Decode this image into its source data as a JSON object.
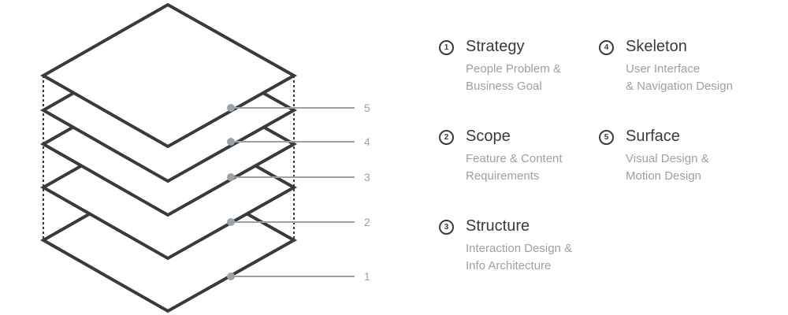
{
  "diagram": {
    "layer_numbers": [
      "5",
      "4",
      "3",
      "2",
      "1"
    ]
  },
  "legend": [
    {
      "number": "1",
      "title": "Strategy",
      "line1": "People Problem &",
      "line2": "Business Goal"
    },
    {
      "number": "2",
      "title": "Scope",
      "line1": "Feature & Content",
      "line2": "Requirements"
    },
    {
      "number": "3",
      "title": "Structure",
      "line1": "Interaction Design &",
      "line2": "Info Architecture"
    },
    {
      "number": "4",
      "title": "Skeleton",
      "line1": "User Interface",
      "line2": "& Navigation Design"
    },
    {
      "number": "5",
      "title": "Surface",
      "line1": "Visual Design &",
      "line2": "Motion Design"
    }
  ],
  "colors": {
    "outline": "#3a3a3a",
    "callout": "#9aa1a8"
  }
}
